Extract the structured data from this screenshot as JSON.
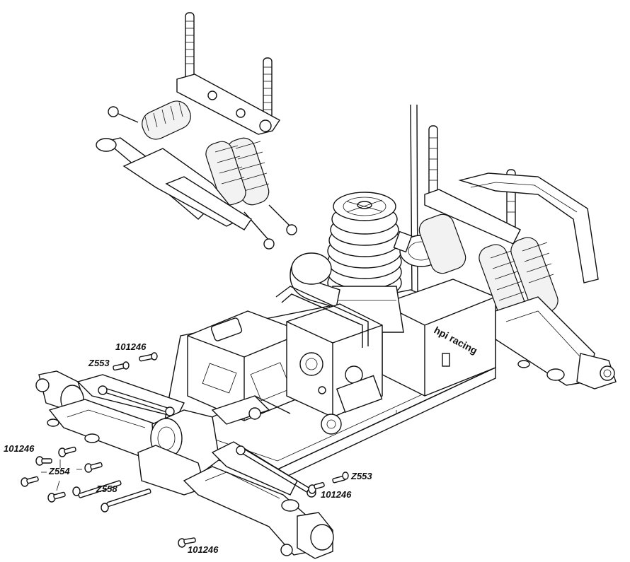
{
  "colors": {
    "ink": "#111111",
    "paper": "#ffffff"
  },
  "labels": {
    "screw_101246_top": "101246",
    "screw_z553_top": "Z553",
    "screw_101246_left": "101246",
    "screw_z554": "Z554",
    "screw_z558": "Z558",
    "screw_z553_right": "Z553",
    "screw_101246_right": "101246",
    "screw_101246_bottom": "101246",
    "engine_brand": "hpi racing"
  }
}
